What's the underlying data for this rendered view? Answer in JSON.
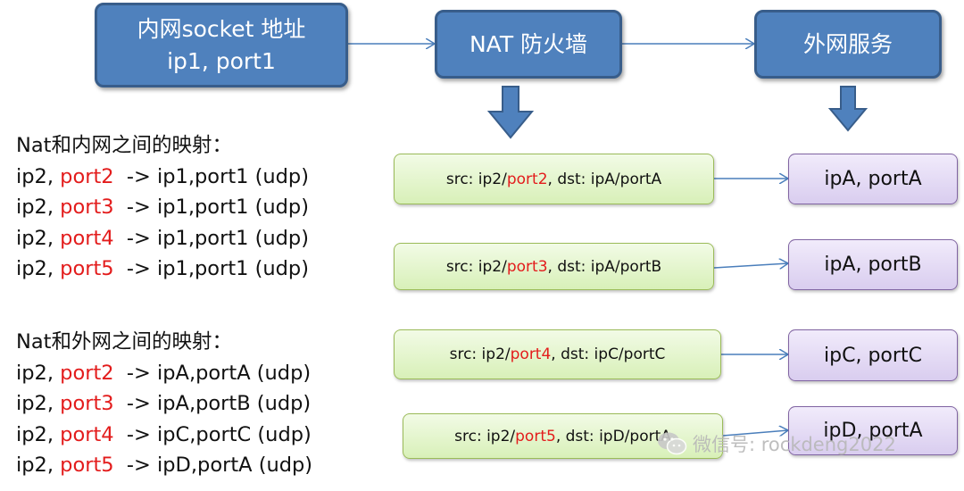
{
  "top": {
    "internal_line1": "内网socket 地址",
    "internal_line2": "ip1, port1",
    "nat": "NAT 防火墙",
    "external": "外网服务"
  },
  "internal_mapping": {
    "title": "Nat和内网之间的映射：",
    "rows": [
      {
        "prefix": "ip2, ",
        "port": "port2",
        "rest": "  -> ip1,port1 (udp)"
      },
      {
        "prefix": "ip2, ",
        "port": "port3",
        "rest": "  -> ip1,port1 (udp)"
      },
      {
        "prefix": "ip2, ",
        "port": "port4",
        "rest": "  -> ip1,port1 (udp)"
      },
      {
        "prefix": "ip2, ",
        "port": "port5",
        "rest": "  -> ip1,port1 (udp)"
      }
    ]
  },
  "external_mapping": {
    "title": "Nat和外网之间的映射：",
    "rows": [
      {
        "prefix": "ip2, ",
        "port": "port2",
        "rest": "  -> ipA,portA (udp)"
      },
      {
        "prefix": "ip2, ",
        "port": "port3",
        "rest": "  -> ipA,portB (udp)"
      },
      {
        "prefix": "ip2, ",
        "port": "port4",
        "rest": "  -> ipC,portC (udp)"
      },
      {
        "prefix": "ip2, ",
        "port": "port5",
        "rest": "  -> ipD,portA (udp)"
      }
    ]
  },
  "packets": [
    {
      "pre": "src: ip2/",
      "port": "port2",
      "post": ", dst: ipA/portA"
    },
    {
      "pre": "src: ip2/",
      "port": "port3",
      "post": ", dst: ipA/portB"
    },
    {
      "pre": "src: ip2/",
      "port": "port4",
      "post": ", dst: ipC/portC"
    },
    {
      "pre": "src: ip2/",
      "port": "port5",
      "post": ", dst: ipD/portA"
    }
  ],
  "services": [
    "ipA, portA",
    "ipA, portB",
    "ipC, portC",
    "ipD, portA"
  ],
  "watermark": "微信号: rockdeng2022",
  "colors": {
    "blue_box": "#4f81bd",
    "port_red": "#e31c1c",
    "packet_green": "#d8f0b8",
    "service_purple": "#d9cdef"
  }
}
